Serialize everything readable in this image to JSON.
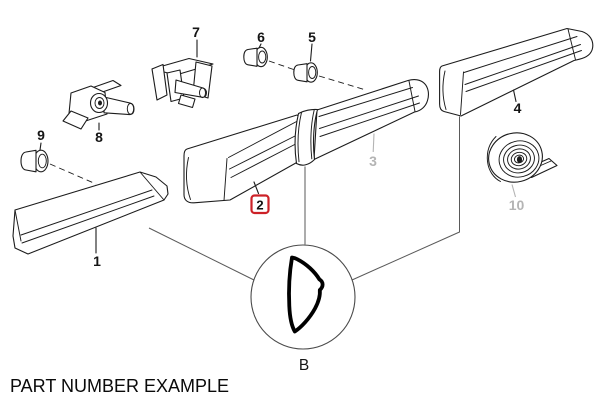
{
  "caption": "PART NUMBER EXAMPLE",
  "detail_label": "B",
  "colors": {
    "line": "#1c1c1c",
    "muted": "#b4b4b4",
    "highlight": "#cc2127",
    "background": "#ffffff"
  },
  "labels": {
    "part1": "1",
    "part2": "2",
    "part3": "3",
    "part4": "4",
    "part5": "5",
    "part6": "6",
    "part7": "7",
    "part8": "8",
    "part9": "9",
    "part10": "10"
  }
}
